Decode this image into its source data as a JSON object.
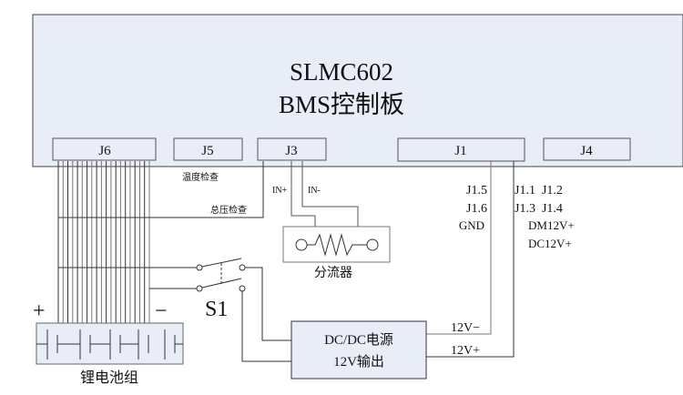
{
  "board": {
    "title_line1": "SLMC602",
    "title_line2": "BMS控制板"
  },
  "connectors": {
    "j6": "J6",
    "j5": "J5",
    "j3": "J3",
    "j1": "J1",
    "j4": "J4"
  },
  "labels": {
    "temp_check": "温度检查",
    "total_voltage_check": "总压检查",
    "in_plus": "IN+",
    "in_minus": "IN-",
    "shunt": "分流器",
    "j1_5": "J1.5",
    "j1_6": "J1.6",
    "gnd": "GND",
    "j1_1_2": "J1.1  J1.2",
    "j1_3_4": "J1.3  J1.4",
    "dm12v": "DM12V+",
    "dc12v": "DC12V+",
    "switch": "S1",
    "plus": "+",
    "minus": "−",
    "battery": "锂电池组",
    "dcdc_line1": "DC/DC电源",
    "dcdc_line2": "12V输出",
    "v12_minus": "12V−",
    "v12_plus": "12V+"
  },
  "colors": {
    "board_fill": "#e8edf7",
    "stroke": "#333333",
    "wire": "#555555"
  },
  "j6_wire_count": 20
}
